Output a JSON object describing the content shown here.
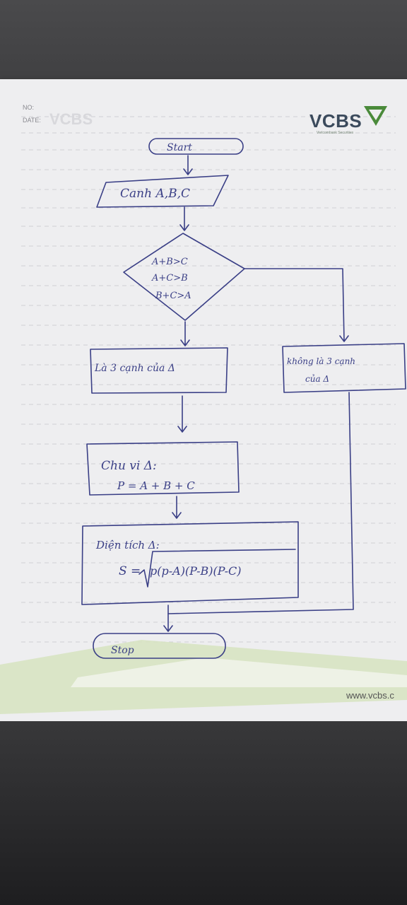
{
  "header": {
    "no_label": "NO:",
    "date_label": "DATE:"
  },
  "brand": {
    "logo": "VCBS",
    "tagline": "Vietcombank Securities",
    "watermark": "VCBS",
    "website": "www.vcbs.c"
  },
  "flowchart": {
    "start": "Start",
    "input": "Canh A,B,C",
    "decision": [
      "A+B>C",
      "A+C>B",
      "B+C>A"
    ],
    "yes_box": "Là 3 cạnh của Δ",
    "no_box": [
      "không là 3 cạnh",
      "của Δ"
    ],
    "perimeter": [
      "Chu vi Δ:",
      "P = A + B + C"
    ],
    "area": [
      "Diện tích Δ:",
      "S =",
      "p(p-A)(P-B)(P-C)"
    ],
    "stop": "Stop"
  },
  "colors": {
    "ink": "#3a3f86",
    "paper": "#eeeef0",
    "logo_green": "#4a8a3a",
    "logo_dark": "#3b4a5c",
    "stripe": "#d6e3c0"
  }
}
